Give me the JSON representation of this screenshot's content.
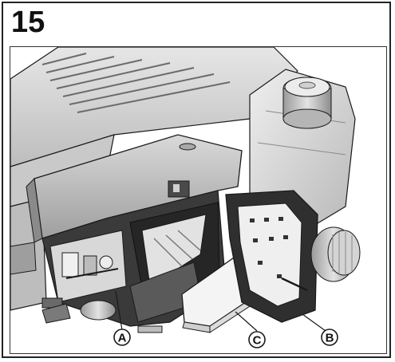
{
  "figure": {
    "number": "15",
    "callouts": [
      {
        "id": "A",
        "label": "A"
      },
      {
        "id": "B",
        "label": "B"
      },
      {
        "id": "C",
        "label": "C"
      }
    ]
  },
  "colors": {
    "frame": "#222222",
    "engine_body": "#d7d7d7",
    "engine_shadow": "#8a8a8a",
    "dark_interior": "#2e2e2e",
    "filter_element": "#f2f2f2",
    "line": "#1a1a1a"
  }
}
